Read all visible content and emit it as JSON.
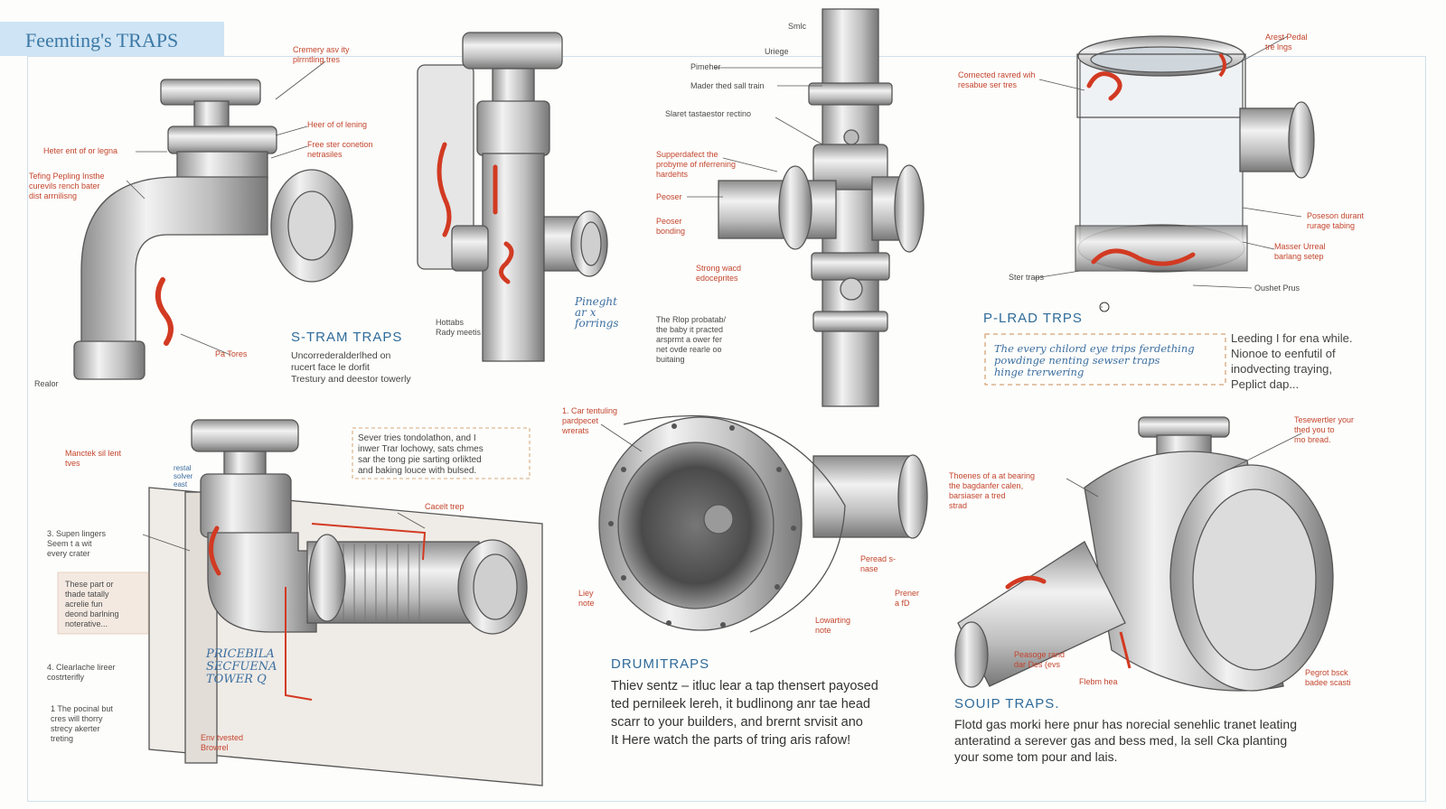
{
  "page_title": "Feemting's TRAPS",
  "sections": {
    "s_tram": {
      "title": "S-TRAM TRAPS",
      "body": "Uncorrederalderlhed on\nrucert face le dorfit\nTrestury and deestor towerly"
    },
    "p_lrad": {
      "title": "P-LRAD TRPS",
      "note": "The every chilord eye trips ferdething\npowdinge nenting sewser traps\nhinge trerwering",
      "body": "Leeding I for ena while.\nNionoe to eenfutil of\ninodvecting traying,\nPeplict dap..."
    },
    "drum": {
      "title": "DRUMITRAPS",
      "body": "Thiev sentz – itluc lear a tap thensert payosed\nted pernileek lereh, it budlinong anr tae head\nscarr to your builders, and brernt srvisit ano\nIt Here watch the parts of tring aris rafow!"
    },
    "soup": {
      "title": "SOUIP TRAPS.",
      "body": "Flotd gas morki here pnur has norecial senehlic tranet leating\nanteratind a serever gas and bess med, la sell Cka planting\nyour some tom pour and lais."
    }
  },
  "annotations": {
    "a1": "Cremery asv ity\nplrrntling tres",
    "a2": "Heer of of lening",
    "a3": "Free ster conetion\nnetrasiles",
    "a4": "Heter ent of or legna",
    "a5": "Tefing Pepling Insthe\ncurevils rench bater\ndist arrnilisng",
    "a6": "Pa Tores",
    "a7": "Realor",
    "b1": "Hottabs\nRady meetis",
    "b2": "Pineght\nar x\nforrings",
    "c0": "Smlc",
    "c1": "Uriege",
    "c2": "Pimeher",
    "c3": "Mader thed sall train",
    "c4": "Slaret tastaestor rectino",
    "c5": "Supperdafect the\nprobyme of nferrening\nhardehts",
    "c6": "Peoser",
    "c7": "Peoser\nbonding",
    "c8": "Strong wacd\nedoceprites",
    "c9": "The Rlop probatab/\nthe baby it practed\narsprmt a ower fer\nnet ovde rearle oo\nbuitaing",
    "d1": "Cornected ravred wih\nresabue ser tres",
    "d2": "Arest Pedal\ntre lngs",
    "d3": "Poseson durant\nrurage tabing",
    "d4": "Masser Urreal\nbarlang setep",
    "d5": "Ster traps",
    "d6": "Oushet Prus",
    "e1": "Manctek sil lent\ntves",
    "e2": "Sever tries tondolathon, and I\ninwer Trar lochowy, sats chmes\nsar the tong pie sarting orlikted\nand baking louce with bulsed.",
    "e3": "Cacelt trep",
    "e4": "3. Supen lingers\nSeem t a wit\nevery crater",
    "e5": "These part or\nthade tatally\nacrelie fun\ndeond barlning\nnoterative...",
    "e6": "4. Clearlache lireer\ncostrterifly",
    "e7": "1 The pocinal but\ncres will thorry\nstrecy akerter\ntreting",
    "e8": "Env tvested\nBrowrel",
    "e9": "PRICEBILA\nSECFUENA\nTOWER Q",
    "e10": "restal\nsolver\neast",
    "f1": "1. Car tentuling\npardpecet\nwrerats",
    "f2": "Liey\nnote",
    "f3": "Lowarting\nnote",
    "f4": "Peread s-\nnase",
    "f5": "Prener\na fD",
    "g1": "Thoenes of a at bearing\nthe bagdanfer calen,\nbarsiaser a tred\nstrad",
    "g2": "Tesewertler your\nthed you to\nmo bread.",
    "g3": "Peasoge rand\ndar Des (evs",
    "g4": "Flebm hea",
    "g5": "Pegrot bsck\nbadee scasti"
  },
  "colors": {
    "accent_blue": "#2f6b9a",
    "annotation_red": "#c4452e",
    "title_band": "#cfe4f4",
    "sketch_gray": "#8a8a8a"
  }
}
